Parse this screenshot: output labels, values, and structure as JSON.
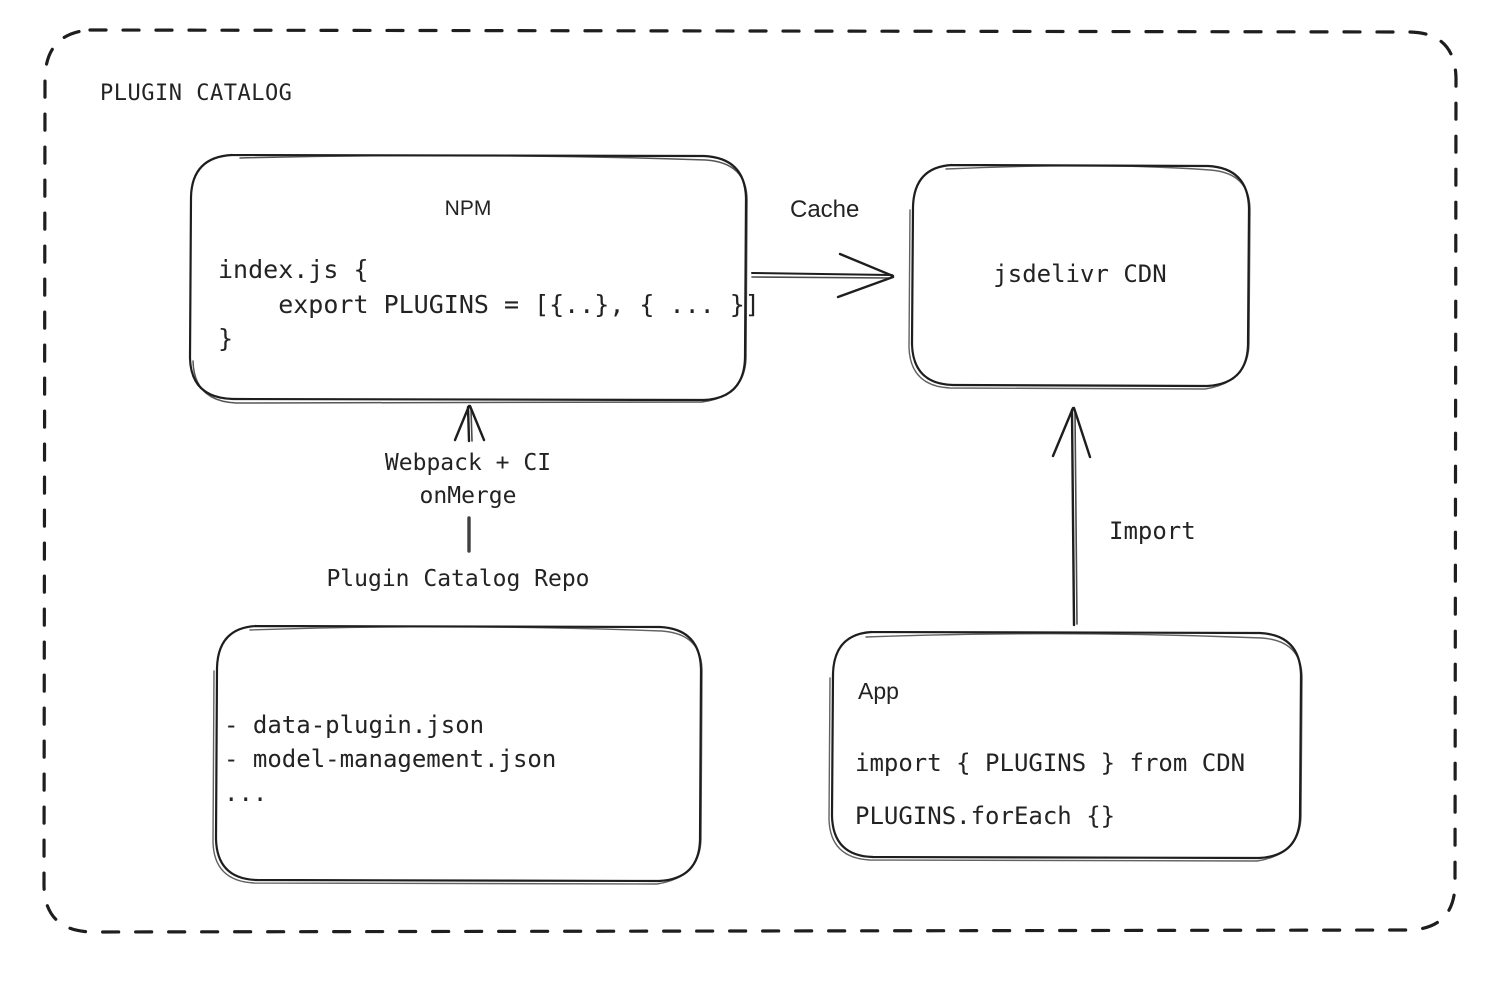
{
  "diagram": {
    "type": "architecture-flow",
    "group_label": "PLUGIN CATALOG",
    "background": "#ffffff",
    "stroke_color": "#1e1e1e",
    "text_color": "#232323",
    "nodes": {
      "npm": {
        "title": "NPM",
        "code_lines": "index.js {\n    export PLUGINS = [{..}, { ... }]\n}"
      },
      "cdn": {
        "title": "jsdelivr CDN"
      },
      "repo": {
        "title": "Plugin Catalog Repo",
        "code_lines": "- data-plugin.json\n- model-management.json\n..."
      },
      "app": {
        "title": "App",
        "code_line_1": "import { PLUGINS } from CDN",
        "code_line_2": "PLUGINS.forEach {}"
      }
    },
    "edges": {
      "npm_to_cdn": "Cache",
      "repo_to_npm": "Webpack + CI\nonMerge",
      "app_to_cdn": "Import"
    }
  }
}
